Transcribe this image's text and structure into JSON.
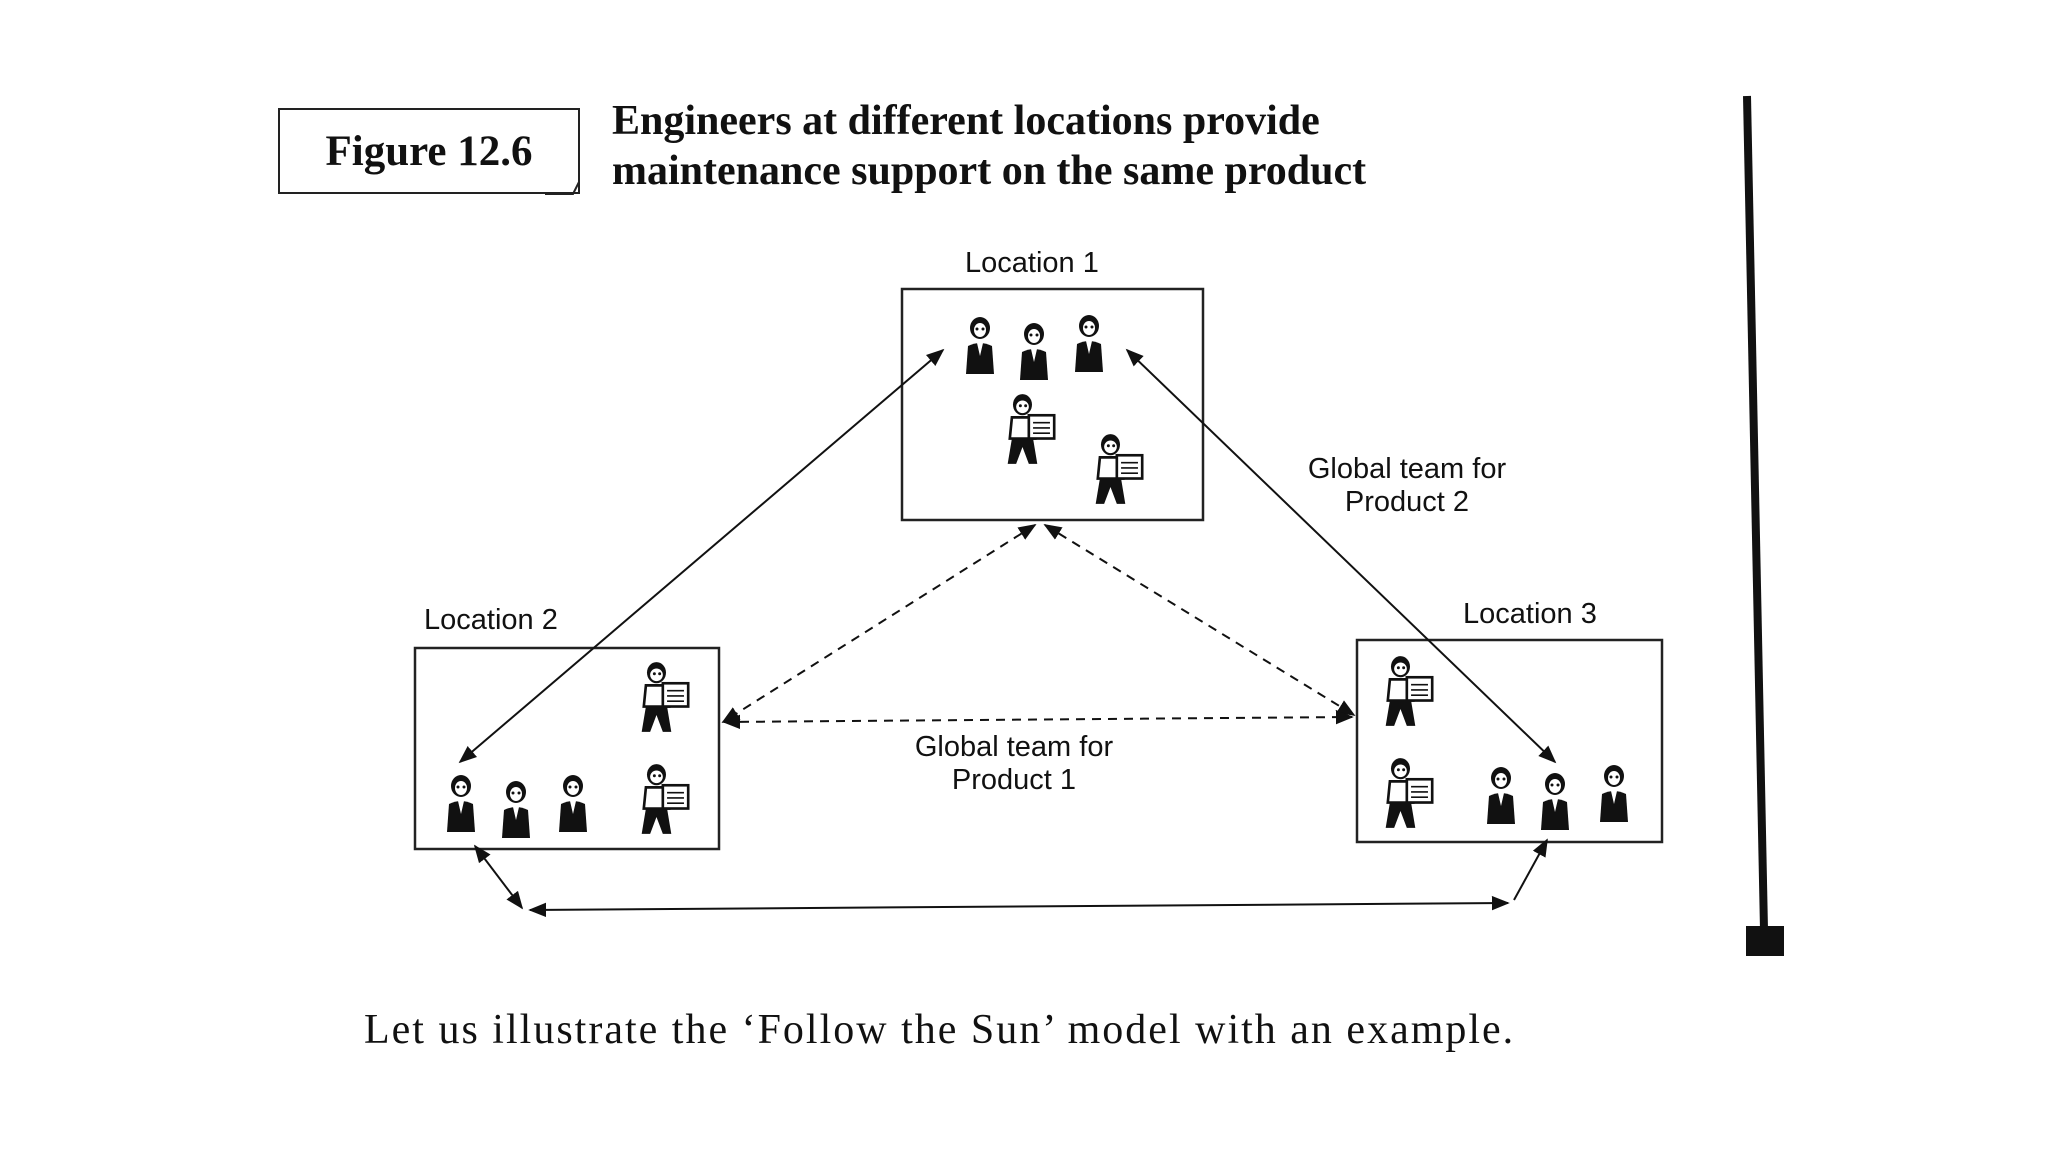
{
  "figure": {
    "number": "Figure 12.6",
    "caption_line1": "Engineers at different locations provide",
    "caption_line2": "maintenance support on the same product"
  },
  "locations": [
    {
      "label": "Location 1"
    },
    {
      "label": "Location 2"
    },
    {
      "label": "Location 3"
    }
  ],
  "teams": {
    "product1_line1": "Global team for",
    "product1_line2": "Product 1",
    "product2_line1": "Global team for",
    "product2_line2": "Product 2"
  },
  "footer_text": "Let us illustrate the ‘Follow the Sun’ model with an example.",
  "icons": [
    "engineer-group-icon",
    "engineer-with-document-icon"
  ]
}
